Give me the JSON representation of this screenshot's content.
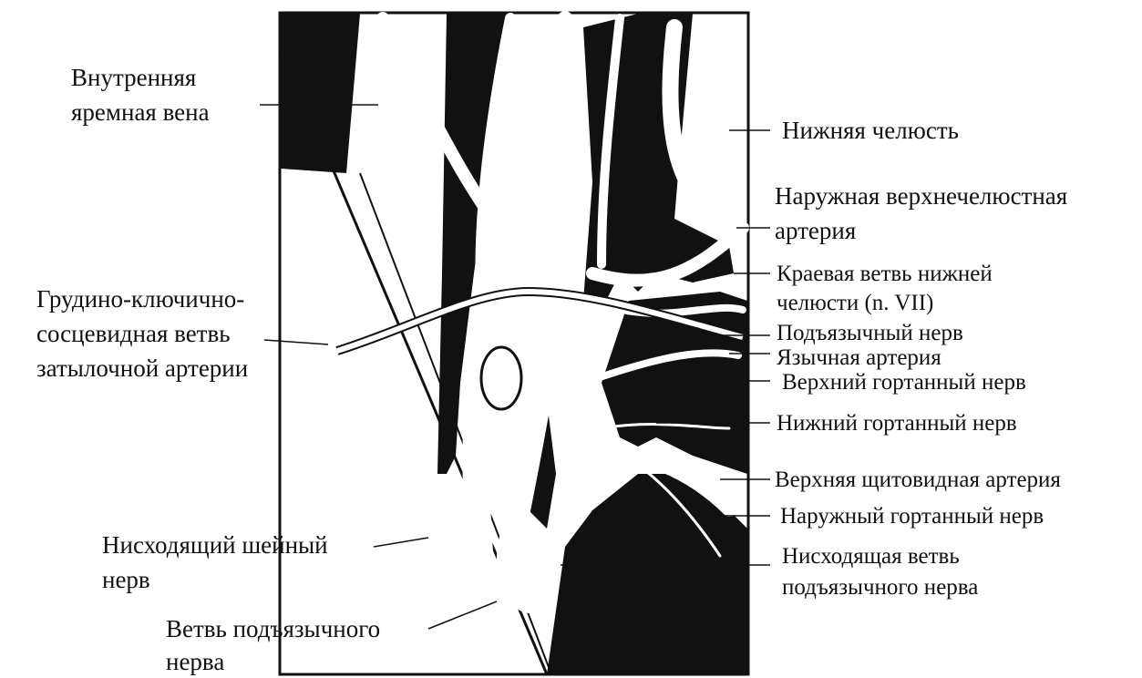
{
  "colors": {
    "ink": "#111111",
    "paper": "#ffffff"
  },
  "labels": {
    "internal_jugular_1": "Внутренняя",
    "internal_jugular_2": "яремная вена",
    "mandible": "Нижняя челюсть",
    "facial_artery_1": "Наружная верхнечелюстная",
    "facial_artery_2": "артерия",
    "marginal_branch_1": "Краевая ветвь нижней",
    "marginal_branch_2": "челюсти (n. VII)",
    "hypoglossal_nerve": "Подъязычный нерв",
    "lingual_artery": "Язычная артерия",
    "superior_laryngeal": "Верхний гортанный нерв",
    "inferior_laryngeal": "Нижний гортанный нерв",
    "superior_thyroid": "Верхняя щитовидная артерия",
    "external_laryngeal": "Наружный гортанный нерв",
    "descending_hypoglossal_1": "Нисходящая ветвь",
    "descending_hypoglossal_2": "подъязычного нерва",
    "sternocleido_1": "Грудино-ключично-",
    "sternocleido_2": "сосцевидная ветвь",
    "sternocleido_3": "затылочной артерии",
    "descending_cervical_1": "Нисходящий шейный",
    "descending_cervical_2": "нерв",
    "hypoglossal_branch_1": "Ветвь подъязычного",
    "hypoglossal_branch_2": "нерва"
  }
}
